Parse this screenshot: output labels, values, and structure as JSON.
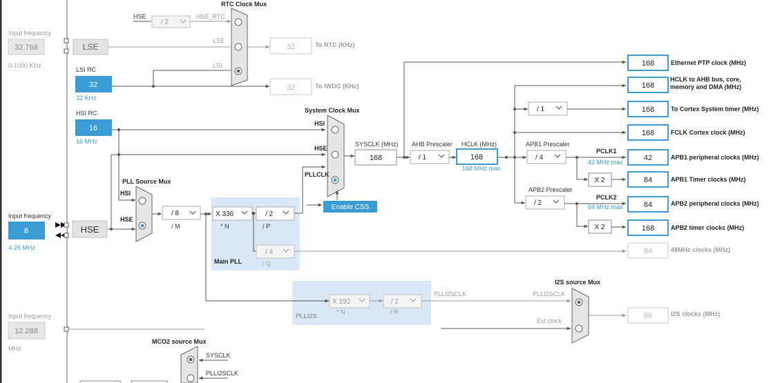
{
  "left": {
    "input_freq_label": "Input frequency",
    "lse_input": "32.768",
    "lse_range": "0-1000 KHz",
    "lse_label": "LSE",
    "lsi_rc_label": "LSI RC",
    "lsi_value": "32",
    "lsi_unit": "32 KHz",
    "hsi_rc_label": "HSI RC",
    "hsi_value": "16",
    "hsi_unit": "16 MHz",
    "hse_input": "8",
    "hse_range": "4-26 MHz",
    "hse_label": "HSE",
    "i2s_input": "12.288",
    "i2s_unit": "MHz"
  },
  "rtc": {
    "title": "RTC Clock Mux",
    "hse": "HSE",
    "div": "/ 2",
    "hse_rtc": "HSE_RTC",
    "lse": "LSE",
    "lsi": "LSI",
    "rtc_value": "32",
    "rtc_label": "To RTC (KHz)",
    "iwdg_value": "32",
    "iwdg_label": "To IWDG (KHz)"
  },
  "sysmux": {
    "title": "System Clock Mux",
    "hsi": "HSI",
    "hse": "HSE",
    "pllclk": "PLLCLK",
    "enable_css": "Enable CSS"
  },
  "pll": {
    "source_title": "PLL Source Mux",
    "hsi": "HSI",
    "hse": "HSE",
    "m_value": "/ 8",
    "m_label": "/ M",
    "n_value": "X 336",
    "n_label": "* N",
    "p_value": "/ 2",
    "p_label": "/ P",
    "q_value": "/ 4",
    "q_label": "/ Q",
    "main_label": "Main PLL"
  },
  "bus": {
    "sysclk_label": "SYSCLK (MHz)",
    "sysclk_value": "168",
    "ahb_label": "AHB Prescaler",
    "ahb_value": "/ 1",
    "hclk_label": "HCLK (MHz)",
    "hclk_value": "168",
    "hclk_max": "168 MHz max",
    "apb1_label": "APB1 Prescaler",
    "apb1_value": "/ 4",
    "pclk1": "PCLK1",
    "pclk1_max": "42 MHz max",
    "apb2_label": "APB2 Prescaler",
    "apb2_value": "/ 2",
    "pclk2": "PCLK2",
    "pclk2_max": "84 MHz max",
    "cortex_div": "/ 1",
    "x2a": "X 2",
    "x2b": "X 2"
  },
  "outputs": {
    "eth_value": "168",
    "eth_label": "Ethernet PTP clock (MHz)",
    "hclk_value": "168",
    "hclk_label": "HCLK to AHB bus, core, memory and DMA (MHz)",
    "cortex_value": "168",
    "cortex_label": "To Cortex System timer (MHz)",
    "fclk_value": "168",
    "fclk_label": "FCLK Cortex clock (MHz)",
    "apb1p_value": "42",
    "apb1p_label": "APB1 peripheral clocks (MHz)",
    "apb1t_value": "84",
    "apb1t_label": "APB1 Timer clocks (MHz)",
    "apb2p_value": "84",
    "apb2p_label": "APB2 peripheral clocks (MHz)",
    "apb2t_value": "168",
    "apb2t_label": "APB2 timer clocks (MHz)",
    "usb_value": "84",
    "usb_label": "48MHz clocks (MHz)",
    "i2s_value": "96",
    "i2s_label": "I2S clocks (MHz)"
  },
  "plli2s": {
    "n_value": "X 192",
    "n_label": "* N",
    "r_value": "/ 2",
    "r_label": "/ R",
    "name": "PLLI2S",
    "sclk": "PLLI2SCLK",
    "source_title": "I2S source Mux",
    "mux_in": "PLLI2SCLK",
    "ext": "Ext.clock"
  },
  "mco2": {
    "title": "MCO2 source Mux",
    "sysclk": "SYSCLK",
    "plli2sclk": "PLLI2SCLK"
  }
}
